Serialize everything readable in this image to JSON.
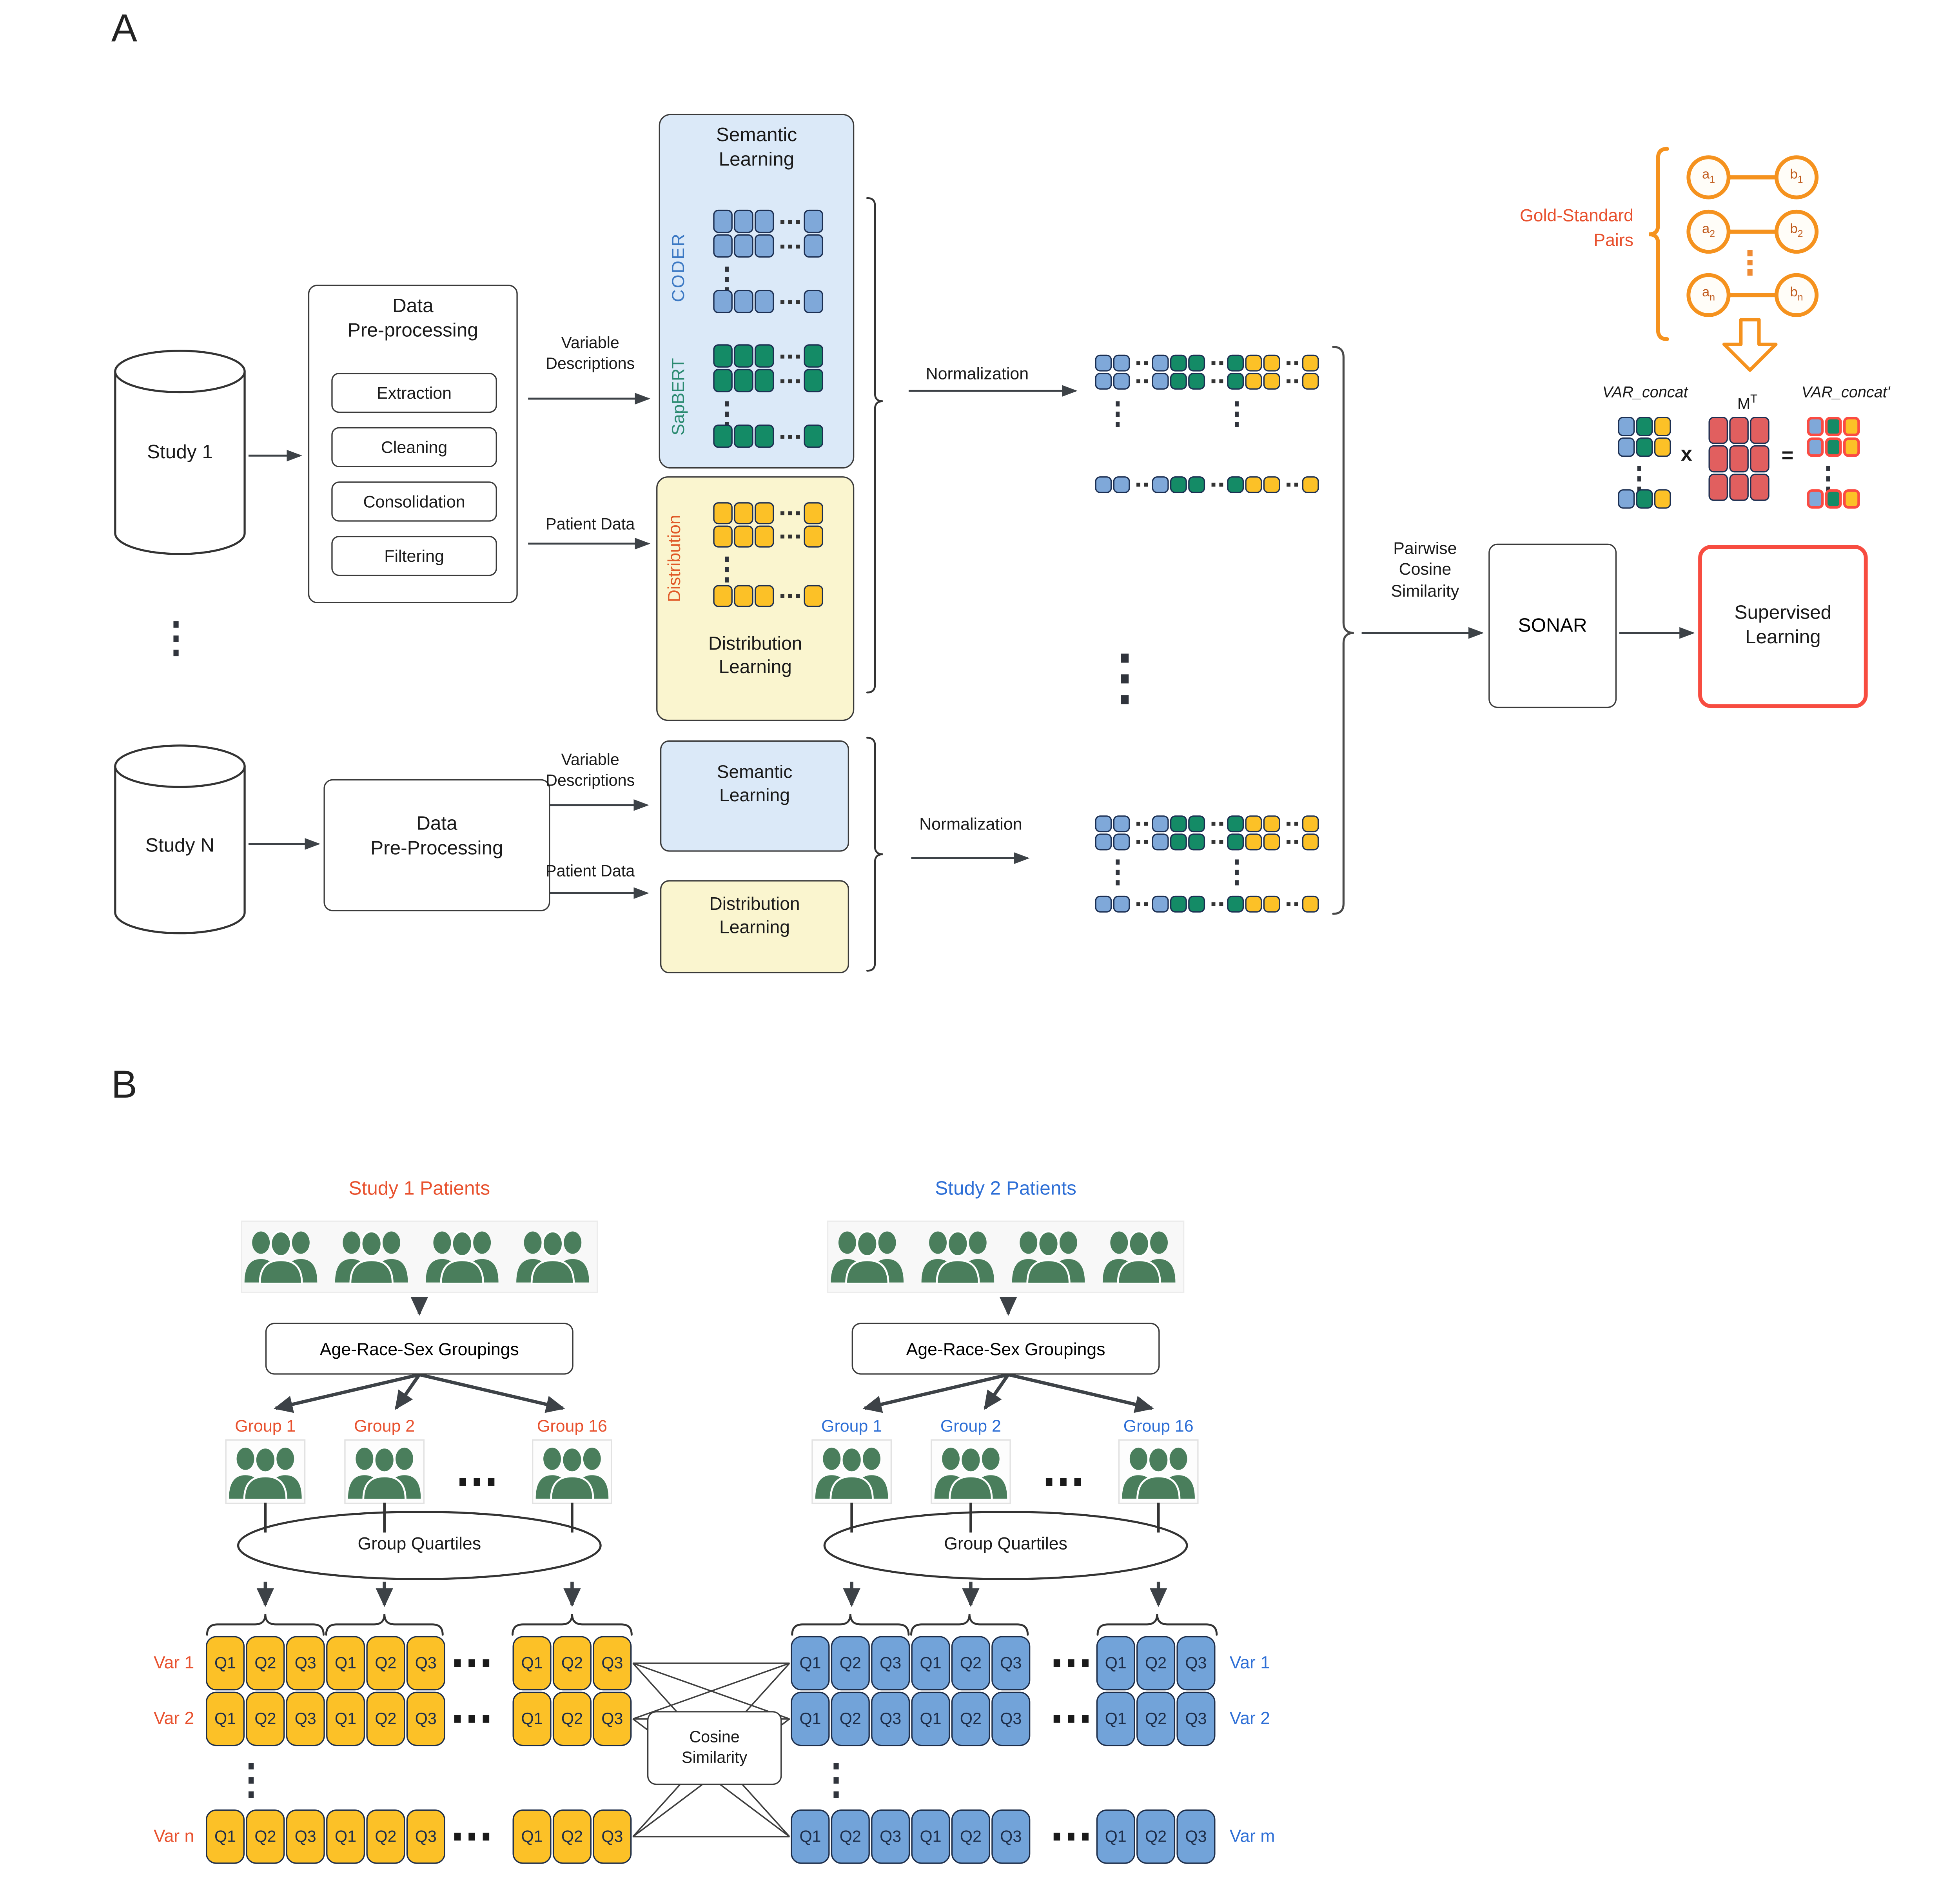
{
  "panel_a": {
    "label": "A",
    "study1": "Study 1",
    "study_n": "Study N",
    "preprocessing1_l1": "Data",
    "preprocessing1_l2": "Pre-processing",
    "preprocessing2_l1": "Data",
    "preprocessing2_l2": "Pre-Processing",
    "steps": [
      "Extraction",
      "Cleaning",
      "Consolidation",
      "Filtering"
    ],
    "variable_descriptions_l1": "Variable",
    "variable_descriptions_l2": "Descriptions",
    "patient_data": "Patient Data",
    "semantic_l1": "Semantic",
    "semantic_l2": "Learning",
    "coder": "CODER",
    "sapbert": "SapBERT",
    "distribution_rotated": "Distribution",
    "distribution_l1": "Distribution",
    "distribution_l2": "Learning",
    "normalization": "Normalization",
    "pairwise_l1": "Pairwise",
    "pairwise_l2": "Cosine",
    "pairwise_l3": "Similarity",
    "sonar": "SONAR",
    "supervised_l1": "Supervised",
    "supervised_l2": "Learning",
    "gold_l1": "Gold-Standard",
    "gold_l2": "Pairs",
    "pairs": [
      {
        "t": "a",
        "s": "1"
      },
      {
        "t": "b",
        "s": "1"
      },
      {
        "t": "a",
        "s": "2"
      },
      {
        "t": "b",
        "s": "2"
      },
      {
        "t": "a",
        "s": "n"
      },
      {
        "t": "b",
        "s": "n"
      }
    ],
    "var_concat": "VAR_concat",
    "m": "M",
    "m_sup": "T",
    "var_concat_prime": "VAR_concat'",
    "times_sign": "x",
    "equals_sign": "="
  },
  "panel_b": {
    "label": "B",
    "study1_title": "Study 1 Patients",
    "study2_title": "Study 2 Patients",
    "age_race_sex": "Age-Race-Sex Groupings",
    "groups": [
      "Group 1",
      "Group 2",
      "Group 16"
    ],
    "group_quartiles": "Group Quartiles",
    "quartiles": [
      "Q1",
      "Q2",
      "Q3"
    ],
    "left_vars": [
      "Var 1",
      "Var 2",
      "Var n"
    ],
    "right_vars": [
      "Var 1",
      "Var 2",
      "Var m"
    ],
    "cosine_l1": "Cosine",
    "cosine_l2": "Similarity"
  },
  "chip_patterns": {
    "norm": [
      "blue",
      "blue",
      "d",
      "blue",
      "green",
      "green",
      "d",
      "green",
      "yellow",
      "yellow",
      "d",
      "yellow"
    ],
    "sem": [
      "c",
      "c",
      "c",
      "d",
      "c"
    ],
    "var3": [
      "blue",
      "green",
      "yellow"
    ],
    "red3": [
      "red",
      "red",
      "red"
    ]
  },
  "colors": {
    "chip_blue": "#7fa8d9",
    "chip_green": "#148b66",
    "chip_yellow": "#fcc127",
    "chip_red": "#e15f5f",
    "chip_border": "#1c2f52",
    "red_outline": "#fb4b42",
    "semantic_fill": "#dbe9f8",
    "distribution_fill": "#faf5cf",
    "supervised_red": "#f74c40",
    "accent_orange": "#f5921e",
    "label_orange": "#e8512e",
    "label_blue": "#2e6fd6",
    "coder_blue": "#3b78c3",
    "sapbert_green": "#2a8a70",
    "distribution_orange": "#e05a28",
    "people_green": "#4a7e5c",
    "arrow": "#3d4247"
  }
}
